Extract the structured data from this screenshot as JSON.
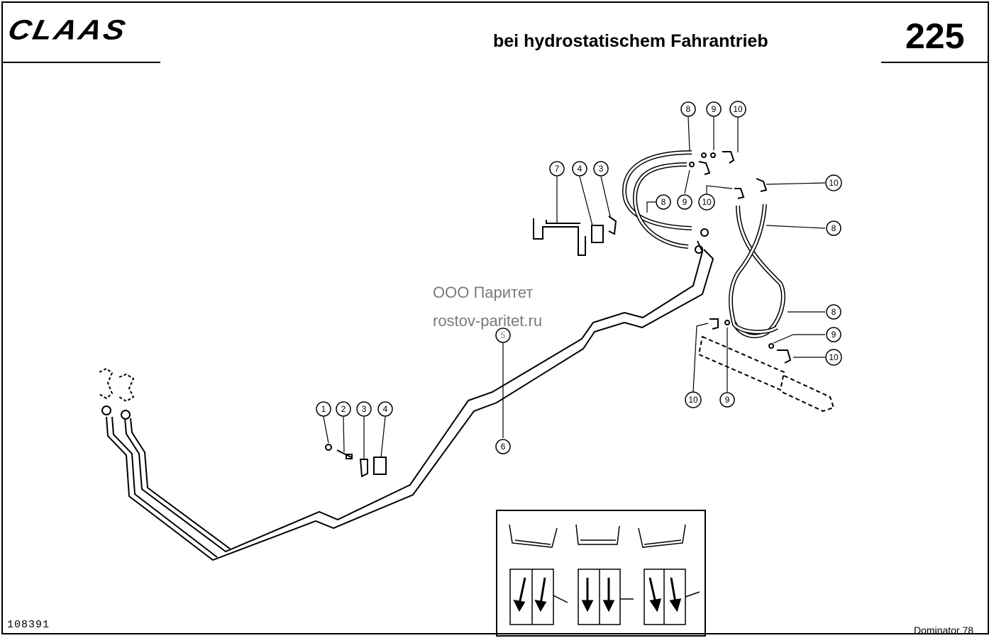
{
  "header": {
    "logo_text": "CLAAS",
    "title": "bei hydrostatischem Fahrantrieb",
    "page_number": "225"
  },
  "footer": {
    "doc_number": "108391",
    "model": "Dominator 78"
  },
  "watermark": {
    "line1": "ООО Паритет",
    "line2": "rostov-paritet.ru"
  },
  "callouts": [
    {
      "id": "c1",
      "label": "1"
    },
    {
      "id": "c2",
      "label": "2"
    },
    {
      "id": "c3a",
      "label": "3"
    },
    {
      "id": "c4a",
      "label": "4"
    },
    {
      "id": "c7",
      "label": "7"
    },
    {
      "id": "c4b",
      "label": "4"
    },
    {
      "id": "c3b",
      "label": "3"
    },
    {
      "id": "c5",
      "label": "5"
    },
    {
      "id": "c6",
      "label": "6"
    },
    {
      "id": "c8a",
      "label": "8"
    },
    {
      "id": "c9a",
      "label": "9"
    },
    {
      "id": "c10a",
      "label": "10"
    },
    {
      "id": "c8b",
      "label": "8"
    },
    {
      "id": "c9b",
      "label": "9"
    },
    {
      "id": "c10b",
      "label": "10"
    },
    {
      "id": "c10c",
      "label": "10"
    },
    {
      "id": "c8c",
      "label": "8"
    },
    {
      "id": "c8d",
      "label": "8"
    },
    {
      "id": "c9c",
      "label": "9"
    },
    {
      "id": "c10d",
      "label": "10"
    },
    {
      "id": "c10e",
      "label": "10"
    },
    {
      "id": "c9d",
      "label": "9"
    }
  ]
}
